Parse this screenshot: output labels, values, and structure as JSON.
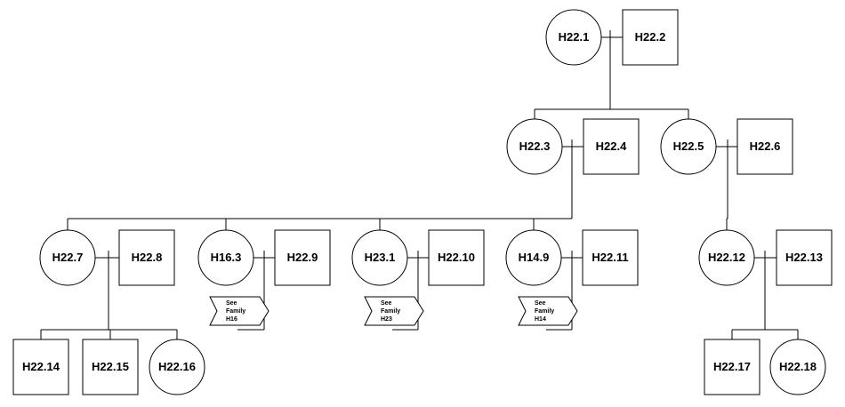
{
  "colors": {
    "stroke": "#000000",
    "fill": "#ffffff",
    "background": "#ffffff"
  },
  "nodes": [
    {
      "id": "n1",
      "label": "H22.1",
      "shape": "circle"
    },
    {
      "id": "n2",
      "label": "H22.2",
      "shape": "square"
    },
    {
      "id": "n3",
      "label": "H22.3",
      "shape": "circle"
    },
    {
      "id": "n4",
      "label": "H22.4",
      "shape": "square"
    },
    {
      "id": "n5",
      "label": "H22.5",
      "shape": "circle"
    },
    {
      "id": "n6",
      "label": "H22.6",
      "shape": "square"
    },
    {
      "id": "n7",
      "label": "H22.7",
      "shape": "circle"
    },
    {
      "id": "n8",
      "label": "H22.8",
      "shape": "square"
    },
    {
      "id": "n9",
      "label": "H16.3",
      "shape": "circle"
    },
    {
      "id": "n10",
      "label": "H22.9",
      "shape": "square"
    },
    {
      "id": "n11",
      "label": "H23.1",
      "shape": "circle"
    },
    {
      "id": "n12",
      "label": "H22.10",
      "shape": "square"
    },
    {
      "id": "n13",
      "label": "H14.9",
      "shape": "circle"
    },
    {
      "id": "n14",
      "label": "H22.11",
      "shape": "square"
    },
    {
      "id": "n15",
      "label": "H22.12",
      "shape": "circle"
    },
    {
      "id": "n16",
      "label": "H22.13",
      "shape": "square"
    },
    {
      "id": "n17",
      "label": "H22.14",
      "shape": "square"
    },
    {
      "id": "n18",
      "label": "H22.15",
      "shape": "square"
    },
    {
      "id": "n19",
      "label": "H22.16",
      "shape": "circle"
    },
    {
      "id": "n20",
      "label": "H22.17",
      "shape": "square"
    },
    {
      "id": "n21",
      "label": "H22.18",
      "shape": "circle"
    }
  ],
  "references": [
    {
      "id": "r1",
      "lines": [
        "See",
        "Family",
        "H16"
      ]
    },
    {
      "id": "r2",
      "lines": [
        "See",
        "Family",
        "H23"
      ]
    },
    {
      "id": "r3",
      "lines": [
        "See",
        "Family",
        "H14"
      ]
    }
  ],
  "couples": [
    {
      "id": "c1",
      "partners": [
        "n1",
        "n2"
      ]
    },
    {
      "id": "c2",
      "partners": [
        "n3",
        "n4"
      ]
    },
    {
      "id": "c3",
      "partners": [
        "n5",
        "n6"
      ]
    },
    {
      "id": "c4",
      "partners": [
        "n7",
        "n8"
      ]
    },
    {
      "id": "c5",
      "partners": [
        "n9",
        "n10"
      ]
    },
    {
      "id": "c6",
      "partners": [
        "n11",
        "n12"
      ]
    },
    {
      "id": "c7",
      "partners": [
        "n13",
        "n14"
      ]
    },
    {
      "id": "c8",
      "partners": [
        "n15",
        "n16"
      ]
    }
  ],
  "descents": [
    {
      "from": "c1",
      "children": [
        "n3",
        "n5"
      ]
    },
    {
      "from": "c2",
      "children": [
        "n7",
        "n9",
        "n11",
        "n13"
      ]
    },
    {
      "from": "c3",
      "children": [
        "n15"
      ]
    },
    {
      "from": "c4",
      "children": [
        "n17",
        "n18",
        "n19"
      ]
    },
    {
      "from": "c5",
      "children": [
        "r1"
      ]
    },
    {
      "from": "c6",
      "children": [
        "r2"
      ]
    },
    {
      "from": "c7",
      "children": [
        "r3"
      ]
    },
    {
      "from": "c8",
      "children": [
        "n20",
        "n21"
      ]
    }
  ]
}
